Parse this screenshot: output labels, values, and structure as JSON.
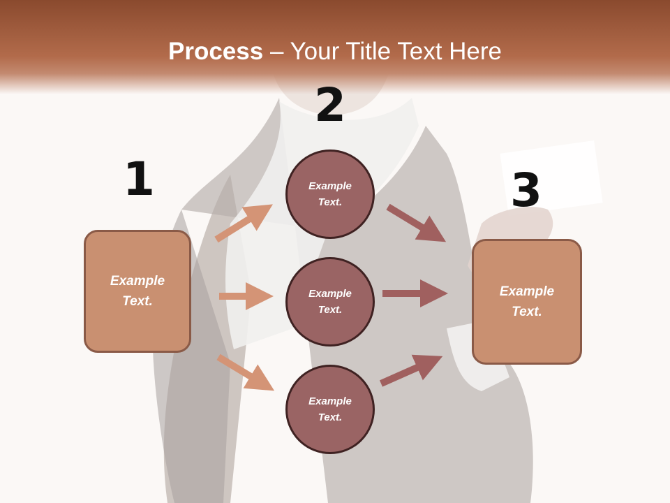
{
  "slide": {
    "title_strong": "Process",
    "title_rest": " – Your Title Text Here"
  },
  "steps": {
    "step1_number": "1",
    "step2_number": "2",
    "step3_number": "3"
  },
  "boxes": {
    "left_text": "Example Text.",
    "right_text": "Example Text."
  },
  "circles": [
    {
      "text": "Example Text."
    },
    {
      "text": "Example Text."
    },
    {
      "text": "Example Text."
    }
  ],
  "colors": {
    "header": "#b26b4b",
    "box_fill": "#c99071",
    "circle_fill": "#9a6464",
    "arrow_light": "#d49476",
    "arrow_dark": "#a0605f"
  }
}
